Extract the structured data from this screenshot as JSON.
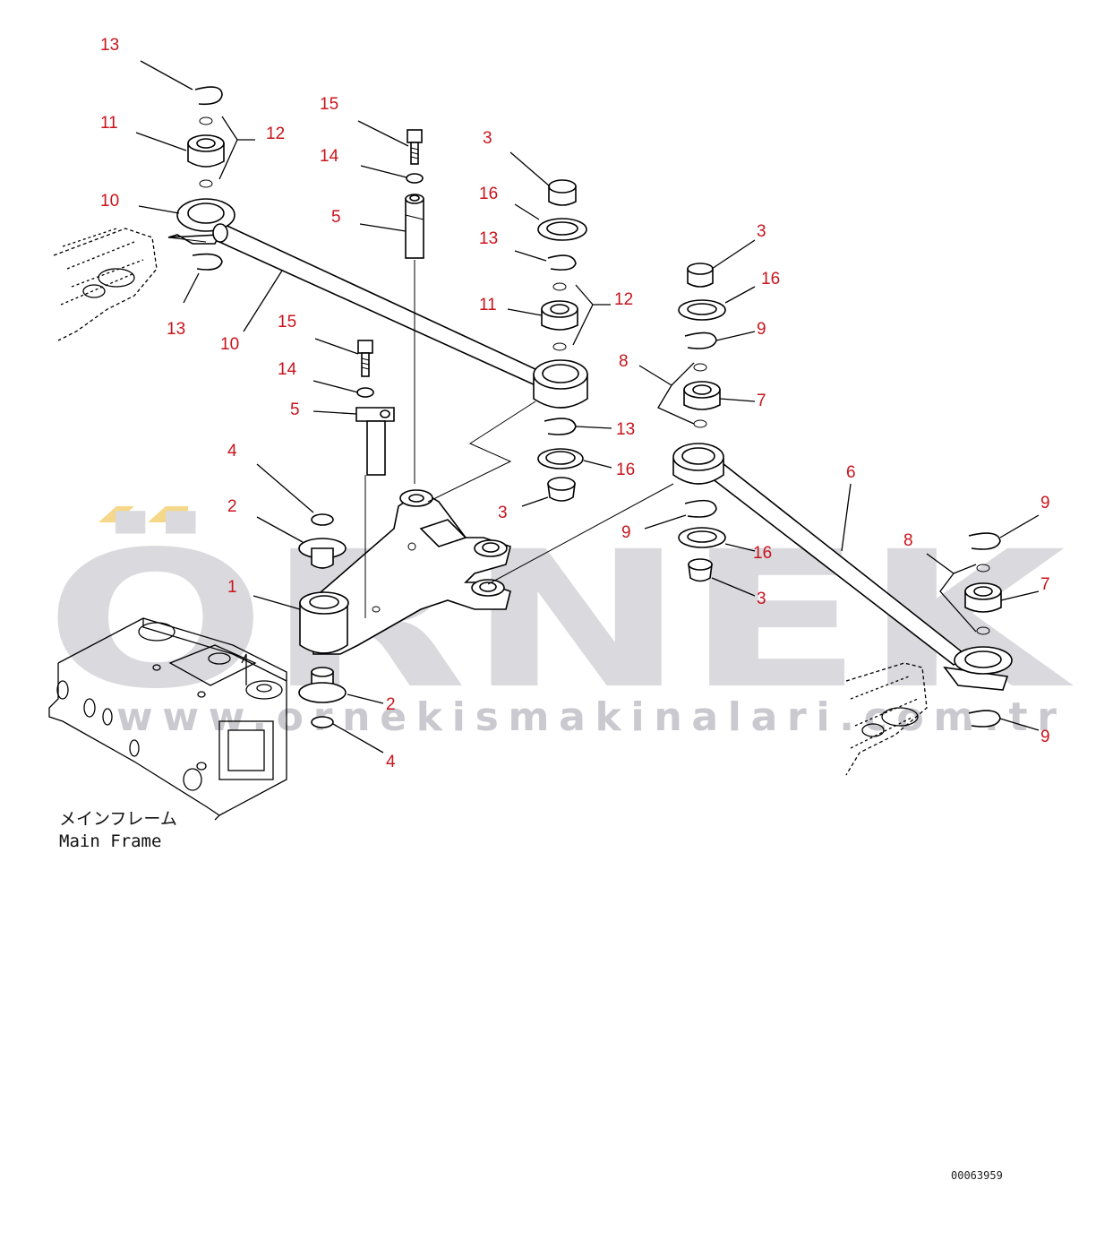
{
  "watermark": {
    "brand": "ÖRNEK",
    "url": "www.ornekismakinalari.com.tr",
    "brand_color": "#d9d9de",
    "accent_color": "#f6d88a"
  },
  "captions": {
    "jp": "メインフレーム",
    "en": "Main Frame"
  },
  "drawing_code": "00063959",
  "label_color": "#c8141c",
  "labels": [
    {
      "id": "l13a",
      "text": "13"
    },
    {
      "id": "l11a",
      "text": "11"
    },
    {
      "id": "l12a",
      "text": "12"
    },
    {
      "id": "l10a",
      "text": "10"
    },
    {
      "id": "l13b",
      "text": "13"
    },
    {
      "id": "l10b",
      "text": "10"
    },
    {
      "id": "l15a",
      "text": "15"
    },
    {
      "id": "l14a",
      "text": "14"
    },
    {
      "id": "l5a",
      "text": "5"
    },
    {
      "id": "l3a",
      "text": "3"
    },
    {
      "id": "l16a",
      "text": "16"
    },
    {
      "id": "l13c",
      "text": "13"
    },
    {
      "id": "l11b",
      "text": "11"
    },
    {
      "id": "l12b",
      "text": "12"
    },
    {
      "id": "l15b",
      "text": "15"
    },
    {
      "id": "l14b",
      "text": "14"
    },
    {
      "id": "l5b",
      "text": "5"
    },
    {
      "id": "l13d",
      "text": "13"
    },
    {
      "id": "l16b",
      "text": "16"
    },
    {
      "id": "l3b",
      "text": "3"
    },
    {
      "id": "l4a",
      "text": "4"
    },
    {
      "id": "l2a",
      "text": "2"
    },
    {
      "id": "l1",
      "text": "1"
    },
    {
      "id": "l2b",
      "text": "2"
    },
    {
      "id": "l4b",
      "text": "4"
    },
    {
      "id": "l3c",
      "text": "3"
    },
    {
      "id": "l16c",
      "text": "16"
    },
    {
      "id": "l9a",
      "text": "9"
    },
    {
      "id": "l8a",
      "text": "8"
    },
    {
      "id": "l7a",
      "text": "7"
    },
    {
      "id": "l6",
      "text": "6"
    },
    {
      "id": "l9b",
      "text": "9"
    },
    {
      "id": "l16d",
      "text": "16"
    },
    {
      "id": "l3d",
      "text": "3"
    },
    {
      "id": "l9c",
      "text": "9"
    },
    {
      "id": "l8b",
      "text": "8"
    },
    {
      "id": "l7b",
      "text": "7"
    },
    {
      "id": "l9d",
      "text": "9"
    }
  ]
}
